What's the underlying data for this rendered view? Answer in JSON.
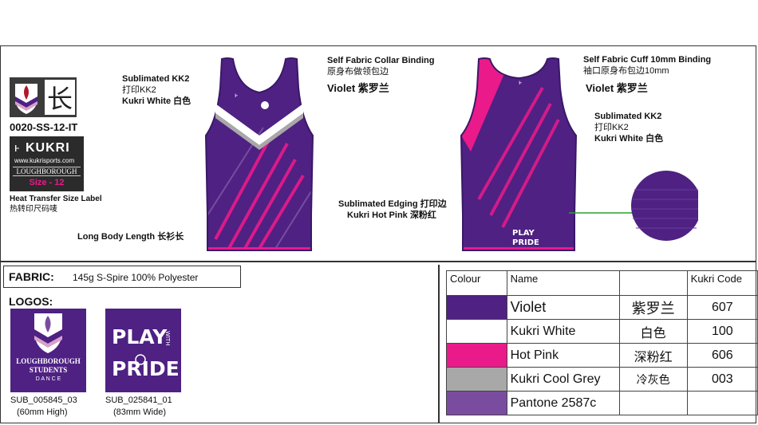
{
  "brand_block": {
    "style_code": "0020-SS-12-IT",
    "kukri_name": "KUKRI",
    "kukri_url": "www.kukrisports.com",
    "club": "LOUGHBOROUGH",
    "size": "Size - 12",
    "size_label_en": "Heat Transfer Size Label",
    "size_label_cn": "热转印尺码唛"
  },
  "front_notes": {
    "kk2_line1": "Sublimated KK2",
    "kk2_line2": "打印KK2",
    "kk2_line3": "Kukri White  白色",
    "collar_line1": "Self Fabric Collar Binding",
    "collar_line2": "原身布做领包边",
    "collar_line3": "Violet 紫罗兰",
    "length": "Long Body Length  长衫长"
  },
  "back_notes": {
    "cuff_line1": "Self Fabric Cuff 10mm Binding",
    "cuff_line2": "袖口原身布包边10mm",
    "cuff_line3": "Violet 紫罗兰",
    "kk2_line1": "Sublimated KK2",
    "kk2_line2": "打印KK2",
    "kk2_line3": "Kukri White  白色",
    "edging_line1": "Sublimated Edging  打印边",
    "edging_line2": "Kukri Hot Pink  深粉红"
  },
  "fabric": {
    "label": "FABRIC:",
    "value": "145g S-Spire 100% Polyester"
  },
  "logos": {
    "heading": "LOGOS:",
    "logo1": {
      "text1": "LOUGHBOROUGH",
      "text2": "STUDENTS",
      "text3": "D A N C E",
      "code": "SUB_005845_03",
      "size": "(60mm High)"
    },
    "logo2": {
      "code": "SUB_025841_01",
      "size": "(83mm Wide)"
    }
  },
  "colour_table": {
    "headers": {
      "colour": "Colour",
      "name": "Name",
      "chinese": "",
      "code": "Kukri Code"
    },
    "rows": [
      {
        "swatch": "#4e2183",
        "name": "Violet",
        "chinese": "紫罗兰",
        "code": "607"
      },
      {
        "swatch": "#ffffff",
        "name": "Kukri White",
        "chinese": "白色",
        "code": "100"
      },
      {
        "swatch": "#ea1a8a",
        "name": "Hot Pink",
        "chinese": "深粉红",
        "code": "606"
      },
      {
        "swatch": "#a8a8a8",
        "name": "Kukri Cool Grey",
        "chinese": "冷灰色",
        "code": "003"
      },
      {
        "swatch": "#7a4ca0",
        "name": "Pantone 2587c",
        "chinese": "",
        "code": ""
      }
    ]
  },
  "colors": {
    "violet": "#4e2183",
    "hot_pink": "#ea1a8a",
    "grey": "#a8a8a8",
    "pantone": "#7a4ca0"
  }
}
